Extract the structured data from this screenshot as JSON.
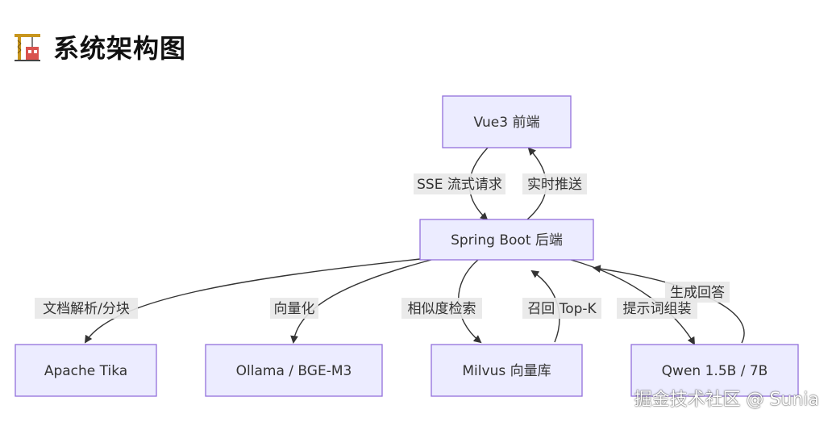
{
  "page": {
    "title": "系统架构图",
    "watermark": "掘金技术社区 @ Sunia"
  },
  "diagram": {
    "nodes": {
      "frontend": "Vue3 前端",
      "backend": "Spring Boot 后端",
      "tika": "Apache Tika",
      "ollama": "Ollama / BGE-M3",
      "milvus": "Milvus 向量库",
      "qwen": "Qwen 1.5B / 7B"
    },
    "edges": {
      "frontend_to_backend": "SSE 流式请求",
      "backend_to_frontend": "实时推送",
      "backend_to_tika": "文档解析/分块",
      "backend_to_ollama": "向量化",
      "backend_to_milvus": "相似度检索",
      "milvus_to_backend": "召回 Top-K",
      "backend_to_qwen": "提示词组装",
      "qwen_to_backend": "生成回答"
    }
  },
  "colors": {
    "node_fill": "#ECECFF",
    "node_stroke": "#9370DB",
    "edge": "#333333",
    "label_bg": "#e8e8e8"
  }
}
